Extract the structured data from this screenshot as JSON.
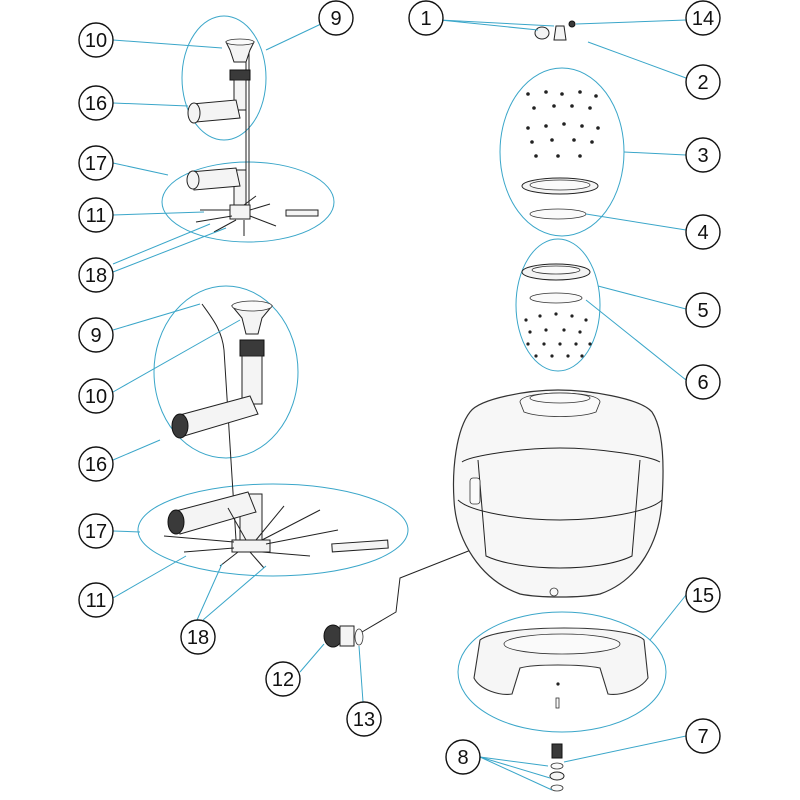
{
  "callouts": [
    {
      "id": "c10a",
      "label": "10"
    },
    {
      "id": "c9a",
      "label": "9"
    },
    {
      "id": "c16a",
      "label": "16"
    },
    {
      "id": "c17a",
      "label": "17"
    },
    {
      "id": "c11a",
      "label": "11"
    },
    {
      "id": "c18a",
      "label": "18"
    },
    {
      "id": "c9b",
      "label": "9"
    },
    {
      "id": "c10b",
      "label": "10"
    },
    {
      "id": "c16b",
      "label": "16"
    },
    {
      "id": "c17b",
      "label": "17"
    },
    {
      "id": "c11b",
      "label": "11"
    },
    {
      "id": "c18b",
      "label": "18"
    },
    {
      "id": "c12",
      "label": "12"
    },
    {
      "id": "c13",
      "label": "13"
    },
    {
      "id": "c1",
      "label": "1"
    },
    {
      "id": "c14",
      "label": "14"
    },
    {
      "id": "c2",
      "label": "2"
    },
    {
      "id": "c3",
      "label": "3"
    },
    {
      "id": "c4",
      "label": "4"
    },
    {
      "id": "c5",
      "label": "5"
    },
    {
      "id": "c6",
      "label": "6"
    },
    {
      "id": "c15",
      "label": "15"
    },
    {
      "id": "c7",
      "label": "7"
    },
    {
      "id": "c8",
      "label": "8"
    }
  ]
}
